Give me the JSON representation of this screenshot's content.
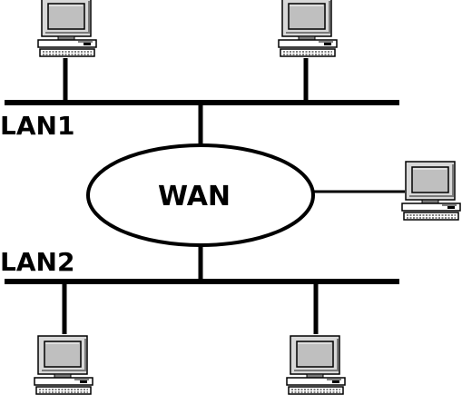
{
  "diagram": {
    "labels": {
      "lan1": "LAN1",
      "lan2": "LAN2",
      "wan": "WAN"
    },
    "icons": {
      "computer": "desktop-computer-icon"
    },
    "colors": {
      "line": "#000000",
      "background": "#ffffff",
      "monitor_frame": "#d8d8d8",
      "monitor_screen": "#bfbfbf",
      "shadow": "#7a7a7a"
    }
  }
}
